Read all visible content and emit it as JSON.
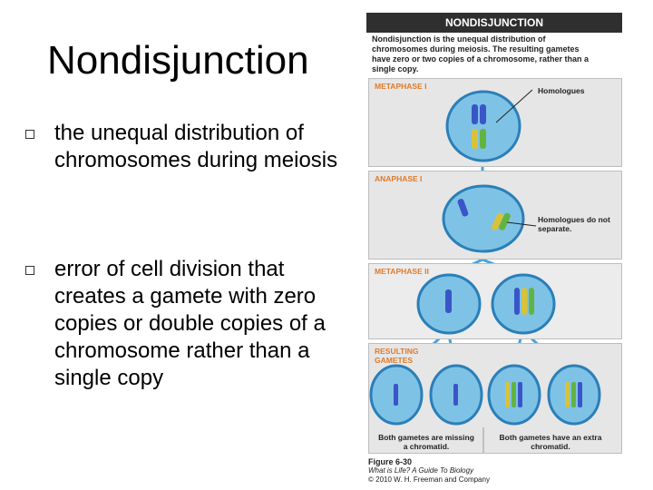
{
  "slide": {
    "title": "Nondisjunction",
    "bullets": [
      "the unequal distribution of chromosomes during meiosis",
      "error of cell division that creates a gamete with zero copies or double copies of a chromosome rather than a single copy"
    ]
  },
  "figure": {
    "header": "NONDISJUNCTION",
    "description": "Nondisjunction is the unequal distribution of chromosomes during meiosis. The resulting gametes have zero or two copies of a chromosome, rather than a single copy.",
    "panels": {
      "metaphase1": "METAPHASE I",
      "anaphase1": "ANAPHASE I",
      "metaphase2": "METAPHASE II",
      "gametes": "RESULTING GAMETES"
    },
    "callouts": {
      "homologues": "Homologues",
      "separate": "Homologues do not separate."
    },
    "captions": {
      "left": "Both gametes are missing a chromatid.",
      "right": "Both gametes have an extra chromatid."
    },
    "credit": {
      "figure_number": "Figure 6-30",
      "book": "What is Life? A Guide To Biology",
      "copyright": "© 2010 W. H. Freeman and Company"
    },
    "colors": {
      "accent": "#e07a2a",
      "cell_fill": "#7ec3e6",
      "cell_stroke": "#2b7fb8",
      "chrom_blue": "#3a55c8",
      "chrom_yellow": "#d8c23a",
      "chrom_green": "#63b341"
    }
  }
}
